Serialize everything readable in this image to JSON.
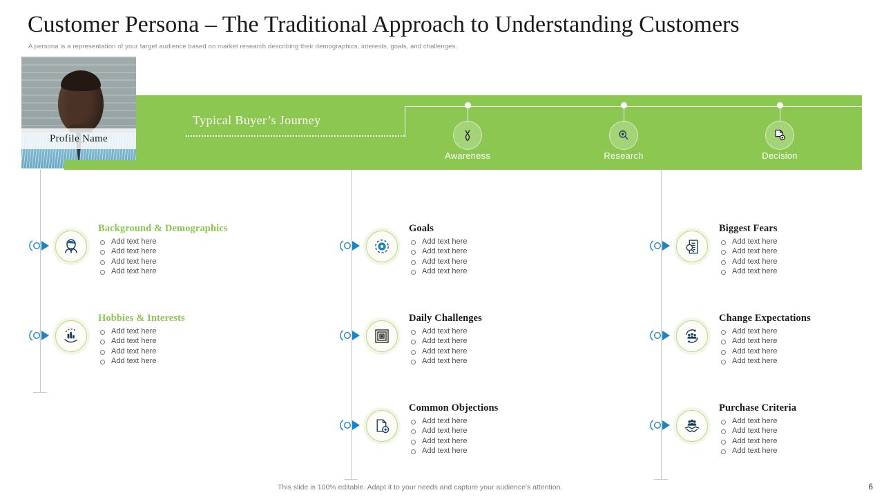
{
  "header": {
    "title": "Customer Persona – The Traditional Approach to Understanding Customers",
    "subtitle": "A persona is a representation of your target audience based on market research describing their demographics, interests, goals, and challenges."
  },
  "profile": {
    "name": "Profile Name"
  },
  "journey": {
    "title": "Typical Buyer’s Journey",
    "stages": [
      {
        "label": "Awareness",
        "icon": "ribbon-icon"
      },
      {
        "label": "Research",
        "icon": "magnifier-icon"
      },
      {
        "label": "Decision",
        "icon": "document-gear-icon"
      }
    ]
  },
  "columns": [
    {
      "blocks": [
        {
          "heading": "Background & Demographics",
          "heading_color": "#8CC751",
          "icon": "person-profile-icon",
          "bullets": [
            "Add text here",
            "Add text here",
            "Add text here",
            "Add text here"
          ]
        },
        {
          "heading": "Hobbies & Interests",
          "heading_color": "#8CC751",
          "icon": "hand-chart-icon",
          "bullets": [
            "Add text here",
            "Add text here",
            "Add text here",
            "Add text here"
          ]
        }
      ]
    },
    {
      "blocks": [
        {
          "heading": "Goals",
          "heading_color": "#1c1c1c",
          "icon": "target-icon",
          "bullets": [
            "Add text here",
            "Add text here",
            "Add text here",
            "Add text here"
          ]
        },
        {
          "heading": "Daily Challenges",
          "heading_color": "#1c1c1c",
          "icon": "maze-icon",
          "bullets": [
            "Add text here",
            "Add text here",
            "Add text here",
            "Add text here"
          ]
        },
        {
          "heading": "Common Objections",
          "heading_color": "#1c1c1c",
          "icon": "document-gear-icon",
          "bullets": [
            "Add text here",
            "Add text here",
            "Add text here",
            "Add text here"
          ]
        }
      ]
    },
    {
      "blocks": [
        {
          "heading": "Biggest Fears",
          "heading_color": "#1c1c1c",
          "icon": "document-search-icon",
          "bullets": [
            "Add text here",
            "Add text here",
            "Add text here",
            "Add text here"
          ]
        },
        {
          "heading": "Change Expectations",
          "heading_color": "#1c1c1c",
          "icon": "people-refresh-icon",
          "bullets": [
            "Add text here",
            "Add text here",
            "Add text here",
            "Add text here"
          ]
        },
        {
          "heading": "Purchase Criteria",
          "heading_color": "#1c1c1c",
          "icon": "handshake-people-icon",
          "bullets": [
            "Add text here",
            "Add text here",
            "Add text here",
            "Add text here"
          ]
        }
      ]
    }
  ],
  "footer": {
    "note": "This slide is 100% editable. Adapt it to your needs and capture your audience's attention.",
    "page_number": "6"
  },
  "colors": {
    "brand_green": "#8CC751",
    "marker_blue": "#1D84C3",
    "rail_gray": "#c9c9c9"
  }
}
